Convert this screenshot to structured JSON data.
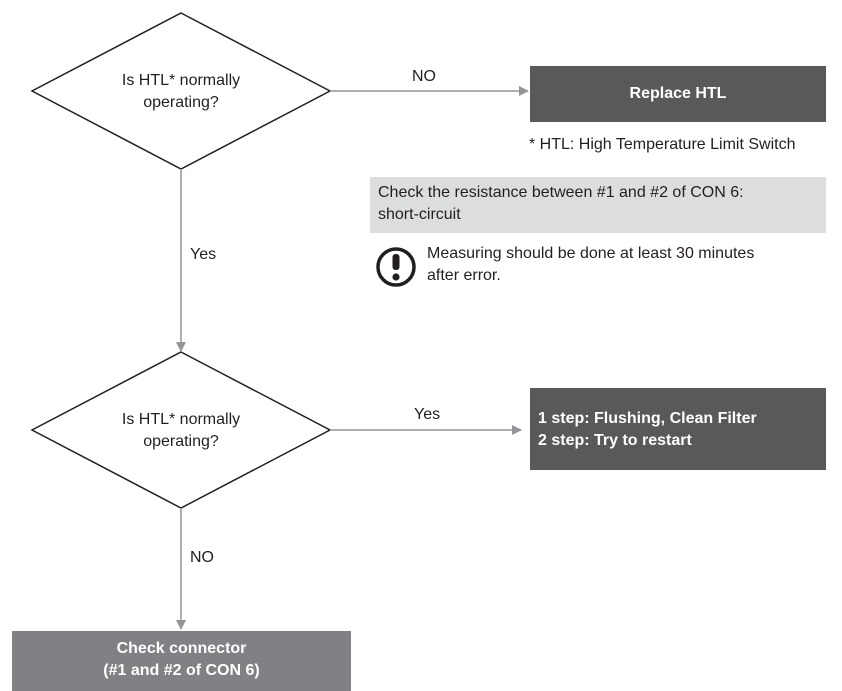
{
  "decision1": {
    "line1": "Is HTL* normally",
    "line2": "operating?"
  },
  "decision2": {
    "line1": "Is HTL* normally",
    "line2": "operating?"
  },
  "edges": {
    "d1_no": "NO",
    "d1_yes": "Yes",
    "d2_yes": "Yes",
    "d2_no": "NO"
  },
  "replace_box": {
    "label": "Replace HTL"
  },
  "footnote": "* HTL: High Temperature Limit Switch",
  "resistance_note": {
    "line1": "Check the resistance between #1 and #2 of CON 6:",
    "line2": "short-circuit"
  },
  "warning": {
    "icon": "exclamation-circle-icon",
    "line1": "Measuring should be done at least 30 minutes",
    "line2": "after error."
  },
  "steps_box": {
    "line1": "1 step: Flushing, Clean Filter",
    "line2": "2 step: Try to restart"
  },
  "connector_box": {
    "line1": "Check connector",
    "line2": "(#1 and #2 of CON 6)"
  },
  "colors": {
    "dark_box": "#58595b",
    "mid_box": "#808184",
    "light_box": "#dcdddd",
    "line": "#939598"
  }
}
